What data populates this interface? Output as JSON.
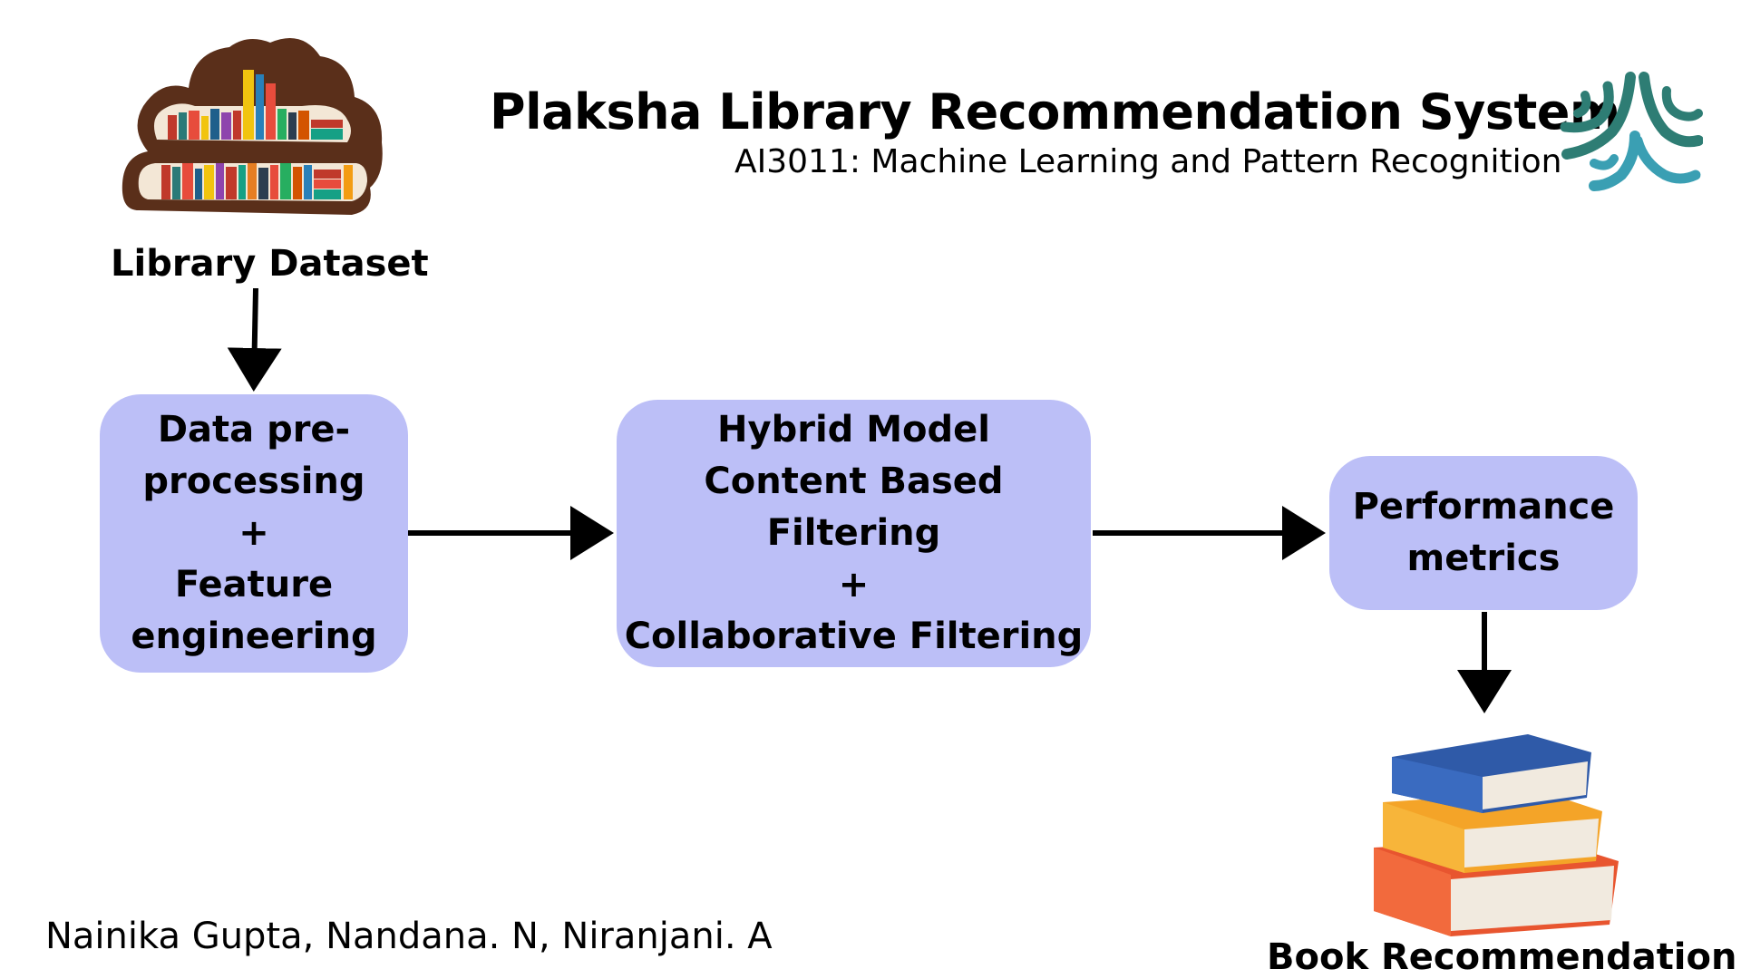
{
  "header": {
    "title": "Plaksha Library Recommendation System",
    "subtitle": "AI3011: Machine Learning and Pattern Recognition",
    "logo_icon": "plaksha-tree-logo-icon",
    "logo_colors": [
      "#2e7d74",
      "#3a9fb3"
    ]
  },
  "nodes": {
    "dataset": {
      "label": "Library Dataset",
      "icon": "bookshelf-cloud-icon"
    },
    "preprocess": {
      "lines": [
        "Data pre-",
        "processing",
        "+",
        "Feature",
        "engineering"
      ]
    },
    "model": {
      "lines": [
        "Hybrid Model",
        "Content Based Filtering",
        "+",
        "Collaborative Filtering"
      ]
    },
    "metrics": {
      "lines": [
        "Performance",
        "metrics"
      ]
    },
    "output": {
      "label": "Book Recommendation",
      "icon": "book-stack-icon"
    }
  },
  "authors": "Nainika Gupta, Nandana. N, Niranjani. A",
  "colors": {
    "box_fill": "#bcbff7",
    "arrow": "#000000"
  }
}
